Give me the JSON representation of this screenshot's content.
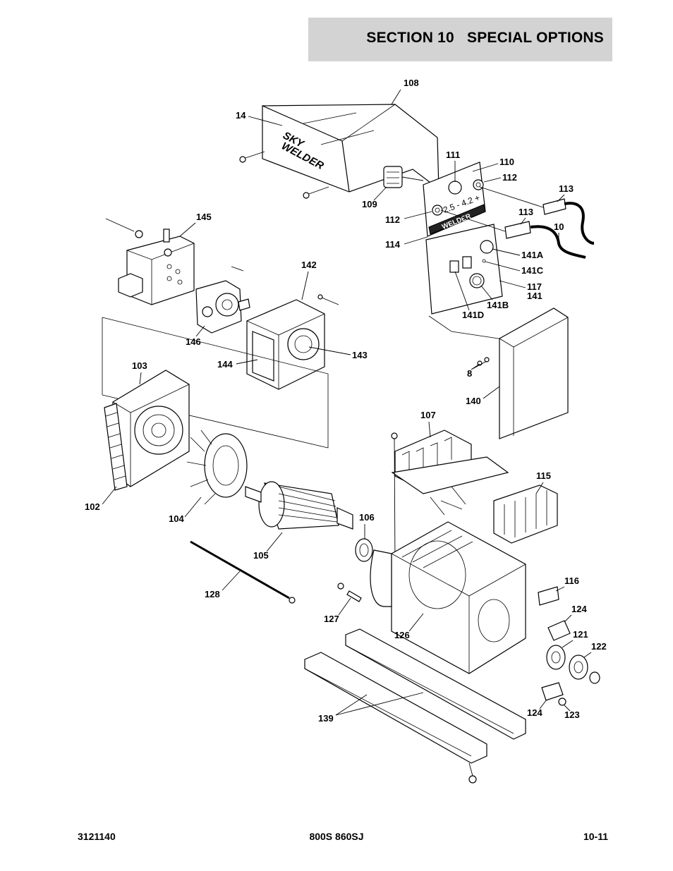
{
  "header": {
    "title": "SECTION 10   SPECIAL OPTIONS"
  },
  "diagram": {
    "logo_line1": "SKY",
    "logo_line2": "WELDER",
    "panel_logo": "WELDER",
    "panel_marking": "2.5 - 4.2 +",
    "callouts": [
      "108",
      "14",
      "111",
      "110",
      "112",
      "113",
      "109",
      "112",
      "113",
      "10",
      "145",
      "114",
      "141A",
      "141C",
      "142",
      "117",
      "141",
      "141B",
      "141D",
      "146",
      "143",
      "144",
      "103",
      "8",
      "140",
      "107",
      "115",
      "102",
      "104",
      "106",
      "105",
      "116",
      "128",
      "124",
      "127",
      "121",
      "122",
      "126",
      "139",
      "124",
      "123"
    ]
  },
  "footer": {
    "doc_number": "3121140",
    "model": "800S 860SJ",
    "page": "10-11"
  }
}
